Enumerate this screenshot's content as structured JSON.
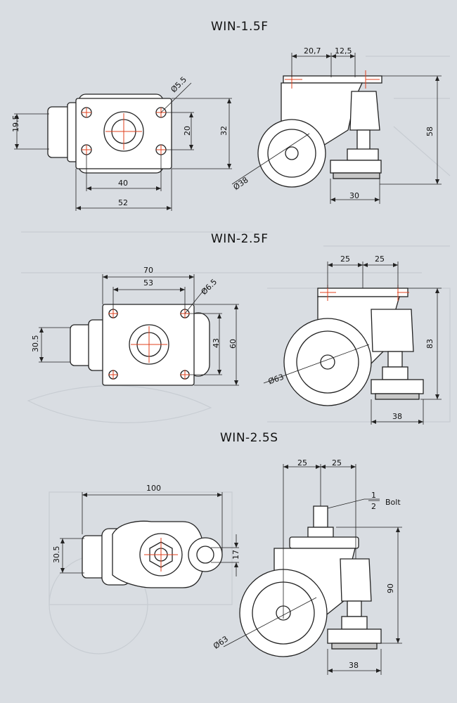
{
  "sections": [
    {
      "title": "WIN-1.5F",
      "top_view": {
        "height": "19.5",
        "width_inner": "40",
        "width_outer": "52",
        "hole_spacing": "20",
        "plate_height": "32",
        "hole_dia": "Ø5.5"
      },
      "side_view": {
        "offset_left": "20,7",
        "offset_right": "12,5",
        "total_height": "58",
        "wheel_dia": "Ø38",
        "pad_width": "30"
      }
    },
    {
      "title": "WIN-2.5F",
      "top_view": {
        "width_outer": "70",
        "width_inner": "53",
        "hole_dia": "Ø6.5",
        "height": "30.5",
        "hole_spacing": "43",
        "plate_height": "60"
      },
      "side_view": {
        "offset_left": "25",
        "offset_right": "25",
        "total_height": "83",
        "wheel_dia": "Ø63",
        "pad_width": "38"
      }
    },
    {
      "title": "WIN-2.5S",
      "top_view": {
        "length": "100",
        "height": "30.5",
        "stem_width": "17"
      },
      "side_view": {
        "offset_left": "25",
        "offset_right": "25",
        "bolt_num": "1",
        "bolt_den": "2",
        "bolt_label": "Bolt",
        "total_height": "90",
        "wheel_dia": "Ø63",
        "pad_width": "38"
      }
    }
  ],
  "colors": {
    "background": "#d9dde2",
    "line": "#222222",
    "center_mark": "#e0401e",
    "fill": "#ffffff"
  }
}
